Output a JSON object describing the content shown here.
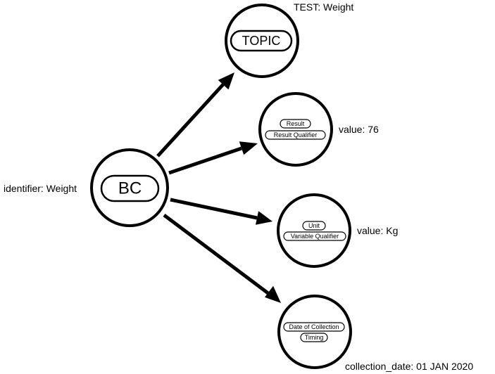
{
  "bc": {
    "name": "BC",
    "label": "identifier: Weight"
  },
  "topic": {
    "name": "TOPIC",
    "label": "TEST: Weight"
  },
  "result": {
    "tags": [
      "Result",
      "Result Qualifier"
    ],
    "label": "value: 76"
  },
  "unit": {
    "tags": [
      "Unit",
      "Variable Qualifier"
    ],
    "label": "value: Kg"
  },
  "timing": {
    "tags": [
      "Date of Collection",
      "Timing"
    ],
    "label": "collection_date: 01 JAN 2020"
  }
}
